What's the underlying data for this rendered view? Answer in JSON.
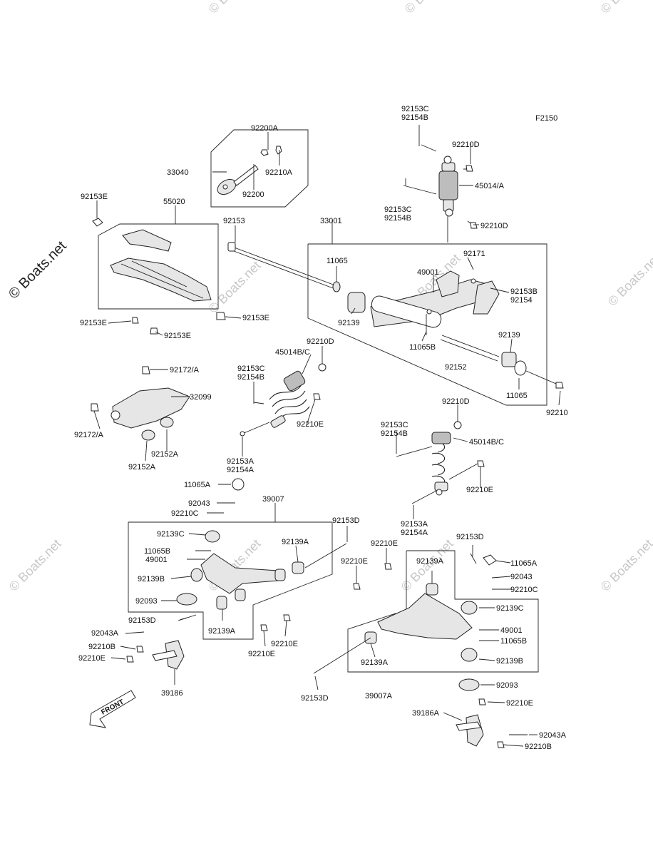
{
  "diagram_code": "F2150",
  "brand_watermark": "© Boats.net",
  "faint_watermark": "© Boats.net",
  "front_arrow_text": "FRONT",
  "labels": [
    {
      "id": "l01",
      "text": "92153C"
    },
    {
      "id": "l02",
      "text": "92154B"
    },
    {
      "id": "l03",
      "text": "92210D"
    },
    {
      "id": "l04",
      "text": "45014/A"
    },
    {
      "id": "l05",
      "text": "92153C"
    },
    {
      "id": "l06",
      "text": "92154B"
    },
    {
      "id": "l07",
      "text": "92210D"
    },
    {
      "id": "l08",
      "text": "92200A"
    },
    {
      "id": "l09",
      "text": "33040"
    },
    {
      "id": "l10",
      "text": "92210A"
    },
    {
      "id": "l11",
      "text": "92200"
    },
    {
      "id": "l12",
      "text": "92153E"
    },
    {
      "id": "l13",
      "text": "55020"
    },
    {
      "id": "l14",
      "text": "92153"
    },
    {
      "id": "l15",
      "text": "33001"
    },
    {
      "id": "l16",
      "text": "11065"
    },
    {
      "id": "l17",
      "text": "92171"
    },
    {
      "id": "l18",
      "text": "49001"
    },
    {
      "id": "l19",
      "text": "92153B"
    },
    {
      "id": "l20",
      "text": "92154"
    },
    {
      "id": "l21",
      "text": "92139"
    },
    {
      "id": "l22",
      "text": "11065B"
    },
    {
      "id": "l23",
      "text": "92139"
    },
    {
      "id": "l24",
      "text": "92152"
    },
    {
      "id": "l25",
      "text": "11065"
    },
    {
      "id": "l26",
      "text": "92210"
    },
    {
      "id": "l27",
      "text": "92153E"
    },
    {
      "id": "l28",
      "text": "92153E"
    },
    {
      "id": "l29",
      "text": "92153E"
    },
    {
      "id": "l30",
      "text": "92210D"
    },
    {
      "id": "l31",
      "text": "45014B/C"
    },
    {
      "id": "l32",
      "text": "92153C"
    },
    {
      "id": "l33",
      "text": "92154B"
    },
    {
      "id": "l34",
      "text": "92210E"
    },
    {
      "id": "l35",
      "text": "92172/A"
    },
    {
      "id": "l36",
      "text": "32099"
    },
    {
      "id": "l37",
      "text": "92172/A"
    },
    {
      "id": "l38",
      "text": "92152A"
    },
    {
      "id": "l39",
      "text": "92152A"
    },
    {
      "id": "l40",
      "text": "92153A"
    },
    {
      "id": "l41",
      "text": "92154A"
    },
    {
      "id": "l42",
      "text": "92210D"
    },
    {
      "id": "l43",
      "text": "92153C"
    },
    {
      "id": "l44",
      "text": "92154B"
    },
    {
      "id": "l45",
      "text": "45014B/C"
    },
    {
      "id": "l46",
      "text": "92210E"
    },
    {
      "id": "l47",
      "text": "92153A"
    },
    {
      "id": "l48",
      "text": "92154A"
    },
    {
      "id": "l49",
      "text": "11065A"
    },
    {
      "id": "l50",
      "text": "92043"
    },
    {
      "id": "l51",
      "text": "92210C"
    },
    {
      "id": "l52",
      "text": "39007"
    },
    {
      "id": "l53",
      "text": "92153D"
    },
    {
      "id": "l54",
      "text": "92139C"
    },
    {
      "id": "l55",
      "text": "92139A"
    },
    {
      "id": "l56",
      "text": "11065B"
    },
    {
      "id": "l57",
      "text": "49001"
    },
    {
      "id": "l58",
      "text": "92139B"
    },
    {
      "id": "l59",
      "text": "92093"
    },
    {
      "id": "l60",
      "text": "92153D"
    },
    {
      "id": "l61",
      "text": "92139A"
    },
    {
      "id": "l62",
      "text": "92043A"
    },
    {
      "id": "l63",
      "text": "92210B"
    },
    {
      "id": "l64",
      "text": "92210E"
    },
    {
      "id": "l65",
      "text": "92210E"
    },
    {
      "id": "l66",
      "text": "92210E"
    },
    {
      "id": "l67",
      "text": "39186"
    },
    {
      "id": "l68",
      "text": "92210E"
    },
    {
      "id": "l69",
      "text": "92210E"
    },
    {
      "id": "l70",
      "text": "92153D"
    },
    {
      "id": "l71",
      "text": "92139A"
    },
    {
      "id": "l72",
      "text": "11065A"
    },
    {
      "id": "l73",
      "text": "92043"
    },
    {
      "id": "l74",
      "text": "92210C"
    },
    {
      "id": "l75",
      "text": "92139C"
    },
    {
      "id": "l76",
      "text": "49001"
    },
    {
      "id": "l77",
      "text": "11065B"
    },
    {
      "id": "l78",
      "text": "92139A"
    },
    {
      "id": "l79",
      "text": "92139B"
    },
    {
      "id": "l80",
      "text": "92153D"
    },
    {
      "id": "l81",
      "text": "39007A"
    },
    {
      "id": "l82",
      "text": "92093"
    },
    {
      "id": "l83",
      "text": "92210E"
    },
    {
      "id": "l84",
      "text": "39186A"
    },
    {
      "id": "l85",
      "text": "92043A"
    },
    {
      "id": "l86",
      "text": "92210B"
    }
  ]
}
